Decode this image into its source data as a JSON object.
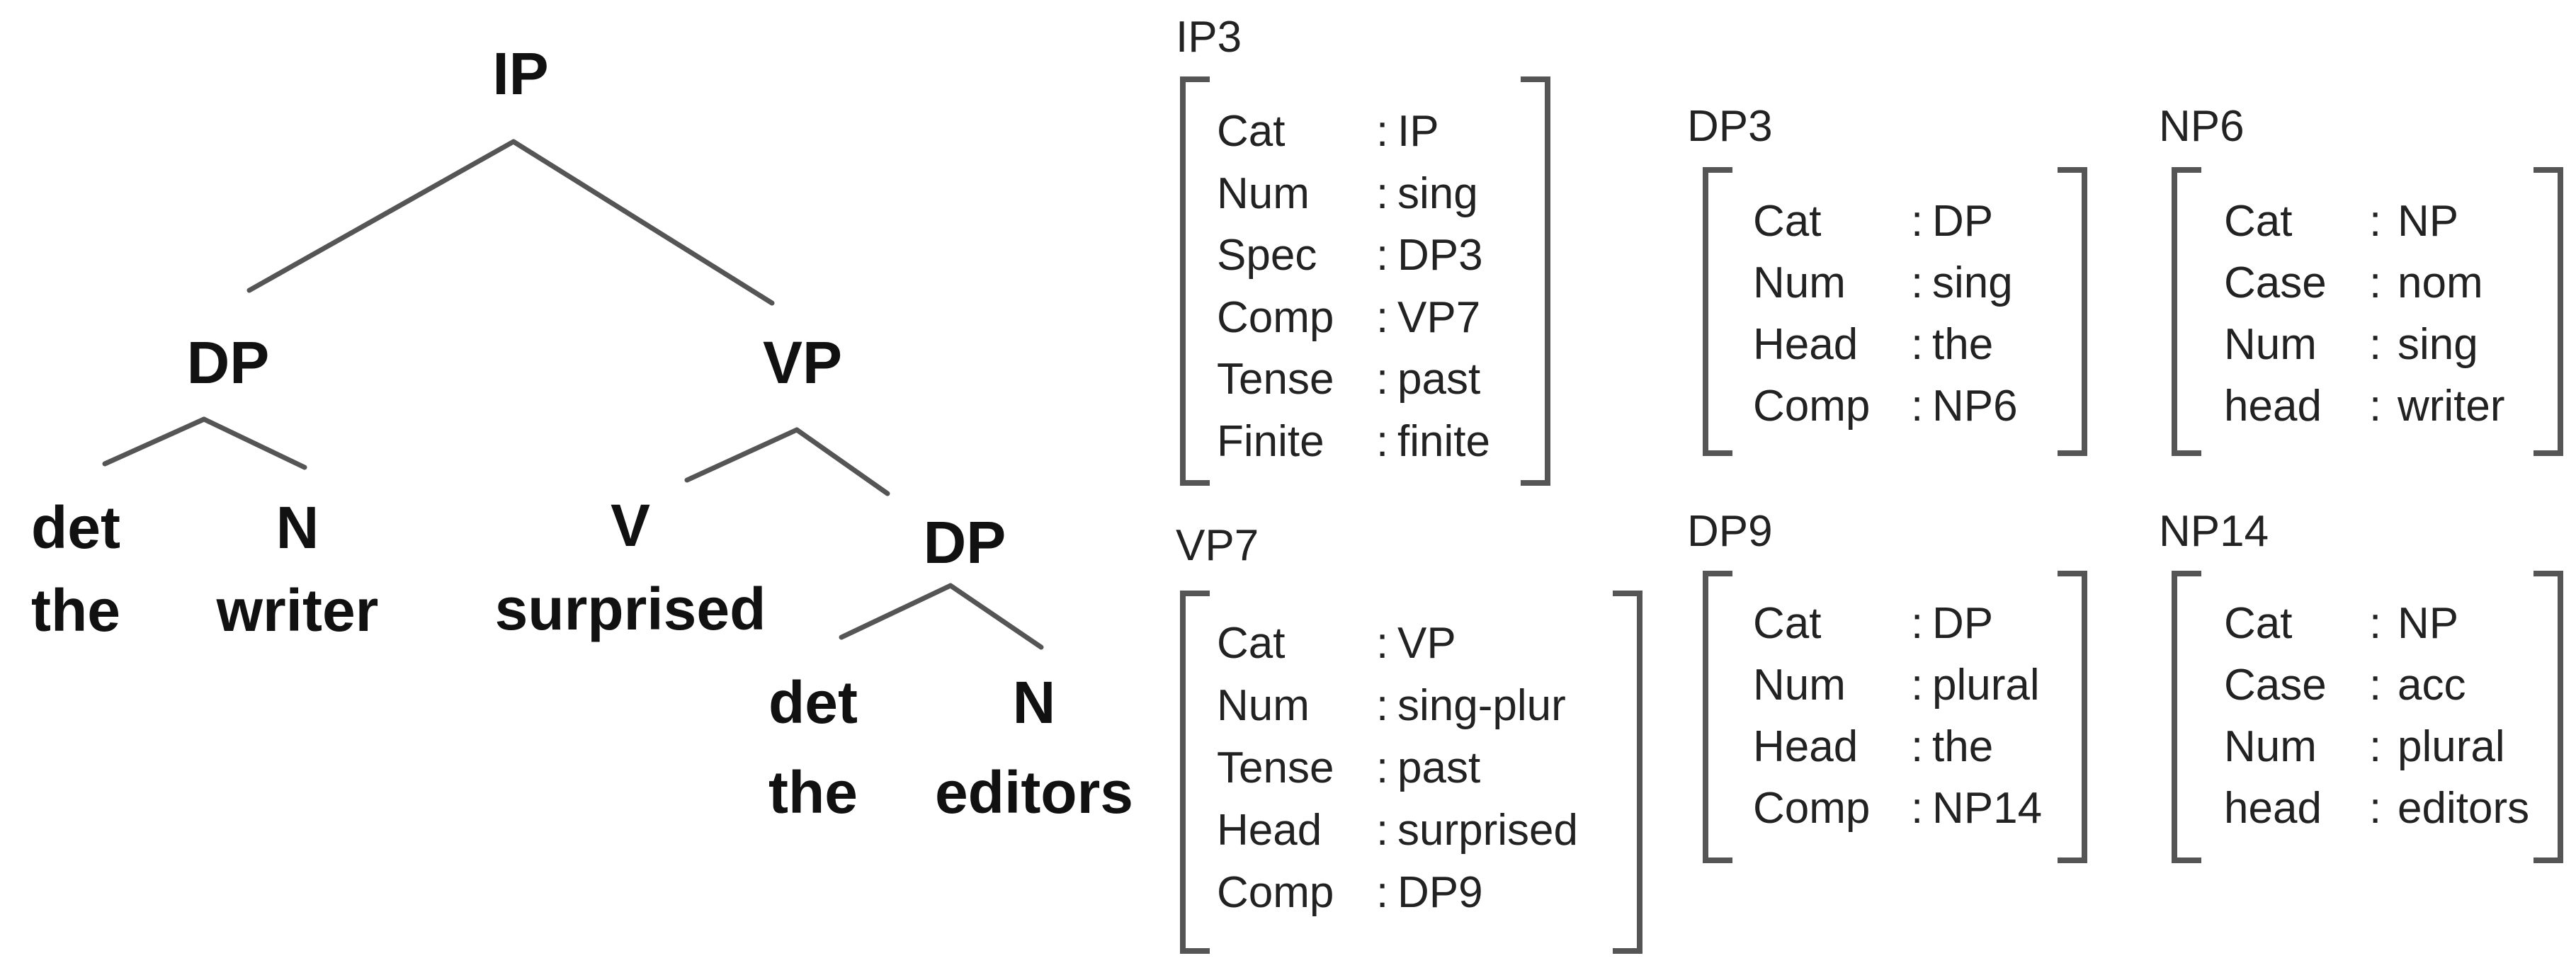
{
  "tree": {
    "root": "IP",
    "ip_left": "DP",
    "ip_right": "VP",
    "subj_det_cat": "det",
    "subj_det_word": "the",
    "subj_n_cat": "N",
    "subj_n_word": "writer",
    "verb_cat": "V",
    "verb_word": "surprised",
    "obj_dp": "DP",
    "obj_det_cat": "det",
    "obj_det_word": "the",
    "obj_n_cat": "N",
    "obj_n_word": "editors"
  },
  "structures": [
    {
      "label": "IP3",
      "rows": [
        {
          "attr": "Cat",
          "value": "IP"
        },
        {
          "attr": "Num",
          "value": "sing"
        },
        {
          "attr": "Spec",
          "value": "DP3"
        },
        {
          "attr": "Comp",
          "value": "VP7"
        },
        {
          "attr": "Tense",
          "value": "past"
        },
        {
          "attr": "Finite",
          "value": "finite"
        }
      ]
    },
    {
      "label": "DP3",
      "rows": [
        {
          "attr": "Cat",
          "value": "DP"
        },
        {
          "attr": "Num",
          "value": "sing"
        },
        {
          "attr": "Head",
          "value": "the"
        },
        {
          "attr": "Comp",
          "value": "NP6"
        }
      ]
    },
    {
      "label": "NP6",
      "rows": [
        {
          "attr": "Cat",
          "value": "NP"
        },
        {
          "attr": "Case",
          "value": "nom"
        },
        {
          "attr": "Num",
          "value": "sing"
        },
        {
          "attr": "head",
          "value": "writer"
        }
      ]
    },
    {
      "label": "VP7",
      "rows": [
        {
          "attr": "Cat",
          "value": "VP"
        },
        {
          "attr": "Num",
          "value": "sing-plur"
        },
        {
          "attr": "Tense",
          "value": "past"
        },
        {
          "attr": "Head",
          "value": "surprised"
        },
        {
          "attr": "Comp",
          "value": "DP9"
        }
      ]
    },
    {
      "label": "DP9",
      "rows": [
        {
          "attr": "Cat",
          "value": "DP"
        },
        {
          "attr": "Num",
          "value": "plural"
        },
        {
          "attr": "Head",
          "value": "the"
        },
        {
          "attr": "Comp",
          "value": "NP14"
        }
      ]
    },
    {
      "label": "NP14",
      "rows": [
        {
          "attr": "Cat",
          "value": "NP"
        },
        {
          "attr": "Case",
          "value": "acc"
        },
        {
          "attr": "Num",
          "value": "plural"
        },
        {
          "attr": "head",
          "value": "editors"
        }
      ]
    }
  ]
}
